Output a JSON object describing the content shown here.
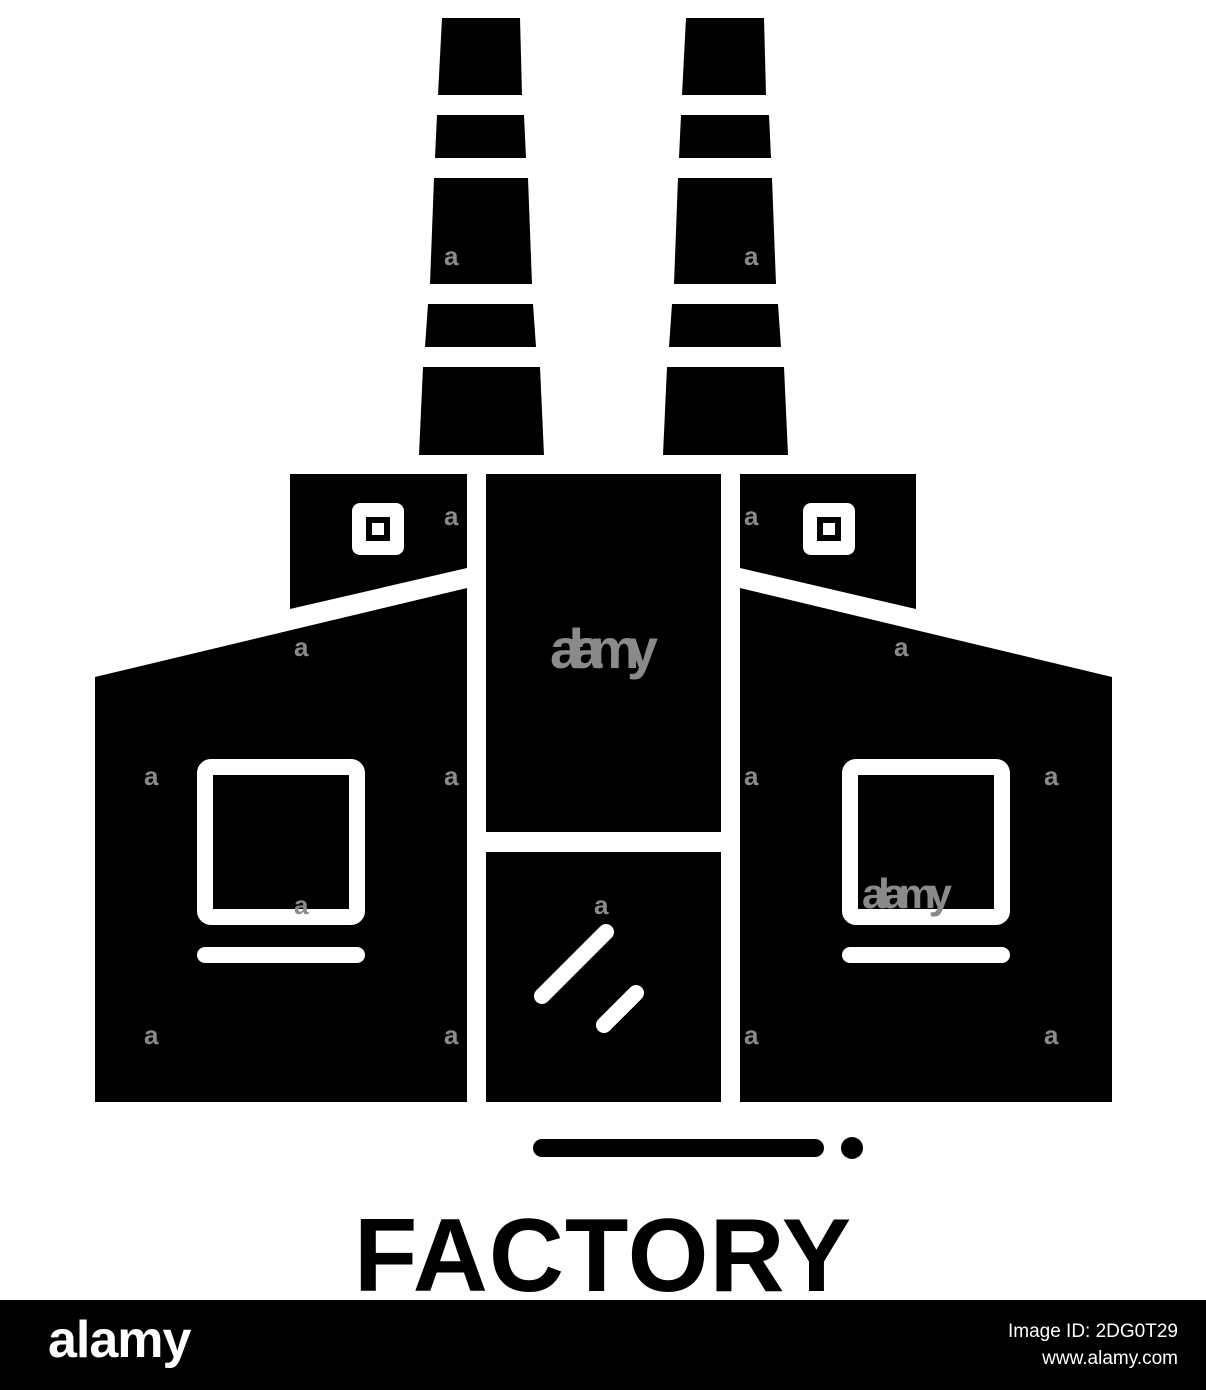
{
  "icon": {
    "name": "factory-icon",
    "color": "#000000",
    "background": "#ffffff"
  },
  "caption": "FACTORY",
  "watermark": {
    "text": "alamy",
    "mark": "a",
    "color": "#8a8a8a"
  },
  "footer": {
    "logo": "alamy",
    "image_id": "Image ID: 2DG0T29",
    "website": "www.alamy.com",
    "background": "#000000"
  }
}
